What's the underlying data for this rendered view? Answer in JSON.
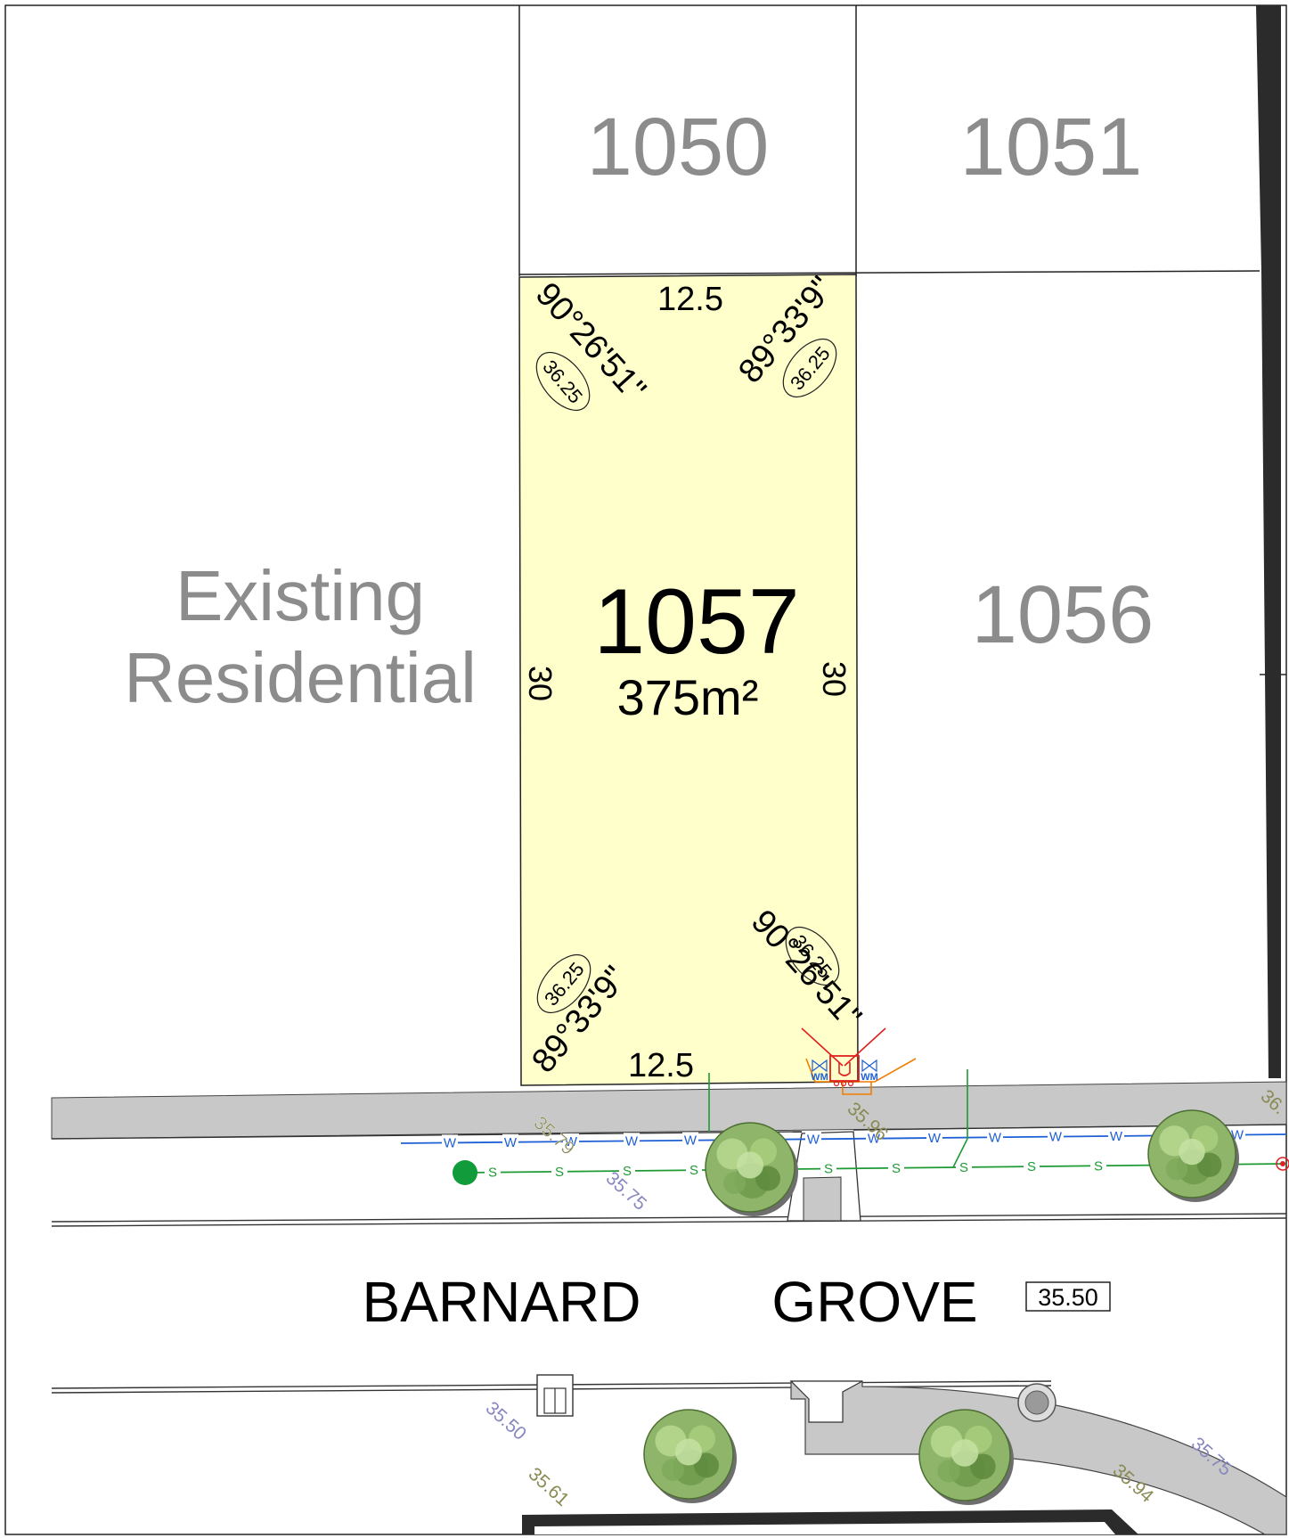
{
  "lots": {
    "lot_1050": "1050",
    "lot_1051": "1051",
    "lot_1056": "1056",
    "existing_line1": "Existing",
    "existing_line2": "Residential"
  },
  "subject_lot": {
    "number": "1057",
    "area": "375m²",
    "frontage_top": "12.5",
    "frontage_bottom": "12.5",
    "depth_left": "30",
    "depth_right": "30",
    "angle_top_left": "90°26'51\"",
    "angle_top_right": "89°33'9\"",
    "angle_bottom_left": "89°33'9\"",
    "angle_bottom_right": "90°26'51\"",
    "corner_level_top_left": "36.25",
    "corner_level_top_right": "36.25",
    "corner_level_bottom_left": "36.25",
    "corner_level_bottom_right": "36.25",
    "fill_color": "#ffffcc"
  },
  "street": {
    "name_word1": "BARNARD",
    "name_word2": "GROVE",
    "road_level": "35.50"
  },
  "levels": {
    "verge_1": "35.79",
    "verge_2": "35.96",
    "verge_3": "36.",
    "verge_4": "35.75",
    "south_1": "35.50",
    "south_2": "35.61",
    "south_3": "35.94",
    "south_4": "35.75"
  },
  "services": {
    "water_mark": "W",
    "sewer_mark": "S",
    "water_meter": "WM",
    "water_color": "#1f5fd6",
    "sewer_color": "#1e9a35"
  },
  "colors": {
    "footpath": "#c8c8c8",
    "tree": "#8fb56a",
    "lot_label": "#8c8c8c"
  }
}
